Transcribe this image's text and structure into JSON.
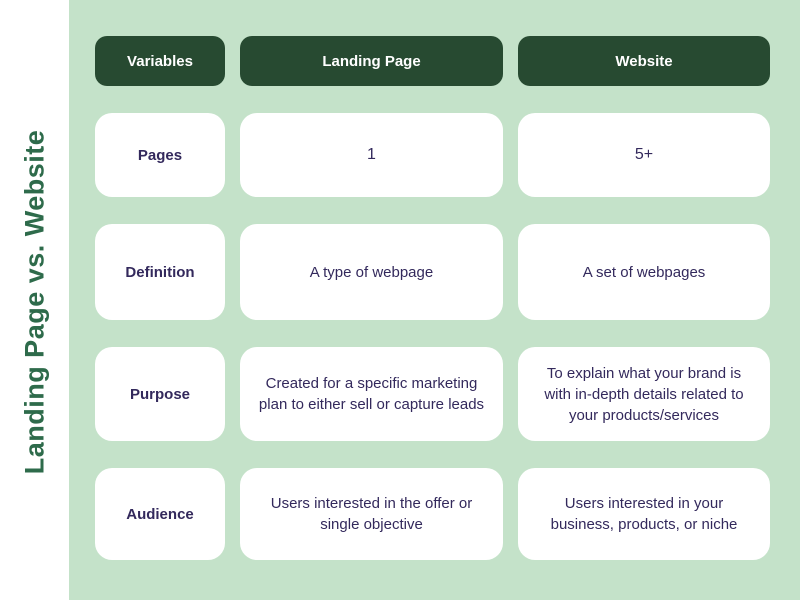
{
  "title": "Landing Page vs. Website",
  "colors": {
    "panel_background": "#c4e2c9",
    "header_pill": "#274a31",
    "title_text": "#2e6b4b",
    "cell_text": "#33295c",
    "card_background": "#ffffff",
    "header_text": "#ffffff"
  },
  "table": {
    "headers": [
      "Variables",
      "Landing Page",
      "Website"
    ],
    "rows": [
      {
        "label": "Pages",
        "landing_page": "1",
        "website": "5+"
      },
      {
        "label": "Definition",
        "landing_page": "A type of webpage",
        "website": "A set of webpages"
      },
      {
        "label": "Purpose",
        "landing_page": "Created for a specific marketing plan to either sell or capture leads",
        "website": "To explain what your brand is with in-depth details related to your products/services"
      },
      {
        "label": "Audience",
        "landing_page": "Users interested in the offer or single objective",
        "website": "Users interested in your business, products, or niche"
      }
    ]
  }
}
